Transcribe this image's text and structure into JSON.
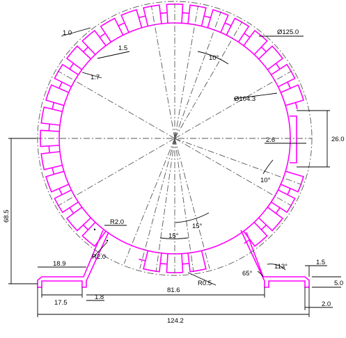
{
  "colors": {
    "part": "#ff00ff",
    "dim": "#000000",
    "center": "#555555",
    "background": "#ffffff"
  },
  "dimensions": {
    "outer_diameter": "Ø125.0",
    "inner_diameter": "Ø104.3",
    "thickness_1_0": "1.0",
    "thickness_1_5": "1.5",
    "thickness_1_7": "1.7",
    "angle_10_top": "10°",
    "gap_2_6": "2.6",
    "height_26_0": "26.0",
    "angle_10_right": "10°",
    "height_68_5": "68.5",
    "radius_2_0_a": "R2.0",
    "radius_2_0_b": "R2.0",
    "angle_15_a": "15°",
    "angle_15_b": "15°",
    "radius_0_5": "R0.5",
    "angle_65": "65°",
    "angle_113": "113°",
    "foot_18_9": "18.9",
    "foot_1_8": "1.8",
    "foot_17_5": "17.5",
    "span_81_6": "81.6",
    "total_124_2": "124.2",
    "right_1_5": "1.5",
    "right_5_0": "5.0",
    "right_2_0": "2.0"
  }
}
